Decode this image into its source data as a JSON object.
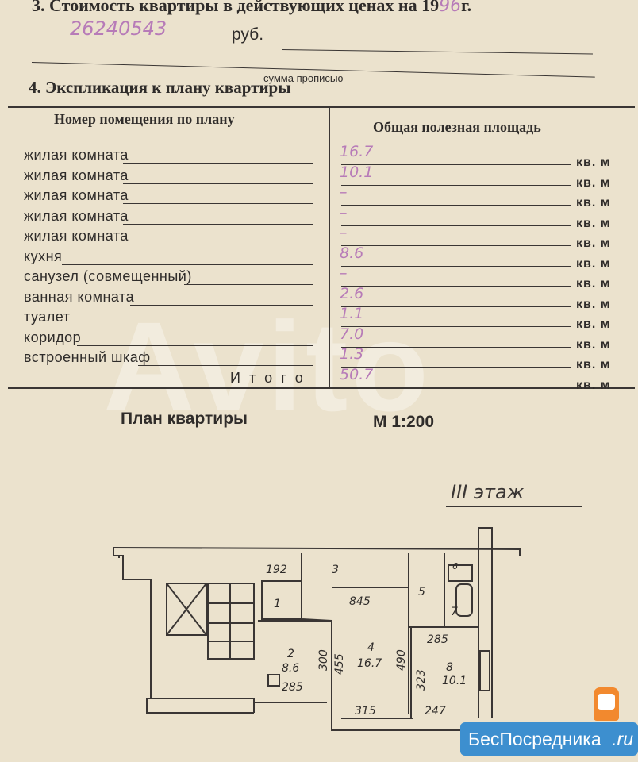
{
  "section3": {
    "title_prefix": "3. Стоимость квартиры в действующих ценах на 19",
    "year_handwritten": "96",
    "title_suffix": "г.",
    "amount_handwritten": "26240543",
    "currency_label": "руб.",
    "caption": "сумма прописью"
  },
  "section4": {
    "title": "4. Экспликация к плану квартиры",
    "col1_header": "Номер помещения по плану",
    "col2_header": "Общая полезная площадь",
    "unit": "кв. м",
    "rows": [
      {
        "label": "жилая комната",
        "value": "16.7"
      },
      {
        "label": "жилая комната",
        "value": "10.1"
      },
      {
        "label": "жилая комната",
        "value": "–"
      },
      {
        "label": "жилая комната",
        "value": "–"
      },
      {
        "label": "жилая комната",
        "value": "–"
      },
      {
        "label": "кухня",
        "value": "8.6"
      },
      {
        "label": "санузел (совмещенный)",
        "value": "–"
      },
      {
        "label": "ванная комната",
        "value": "2.6"
      },
      {
        "label": "туалет",
        "value": "1.1"
      },
      {
        "label": "коридор",
        "value": "7.0"
      },
      {
        "label": "встроенный шкаф",
        "value": "1.3"
      },
      {
        "label": "И т о г о",
        "value": "50.7"
      }
    ]
  },
  "plan": {
    "title": "План квартиры",
    "scale": "М 1:200",
    "floor_handwritten": "III этаж",
    "labels": {
      "r1": "1",
      "r2": "2",
      "r2_area": "8.6",
      "r3": "3",
      "r4": "4",
      "r4_area": "16.7",
      "r5": "5",
      "r6": "6",
      "r7": "7",
      "r8": "8",
      "r8_area": "10.1",
      "d192": "192",
      "d845": "845",
      "d285a": "285",
      "d285b": "285",
      "d300": "300",
      "d455": "455",
      "d490": "490",
      "d323": "323",
      "d315": "315",
      "d247": "247"
    }
  },
  "watermark": "Avito",
  "badge": {
    "text": "БесПосредника",
    "suffix": ".ru",
    "color": "#3d8fcf"
  }
}
